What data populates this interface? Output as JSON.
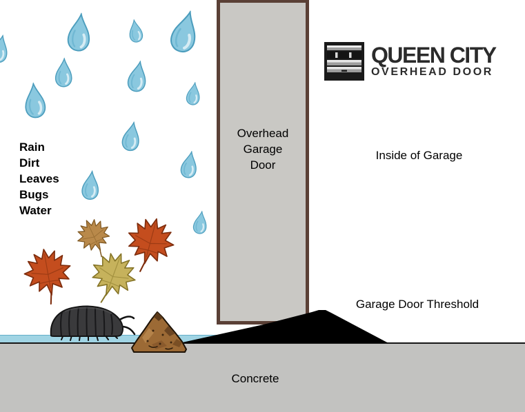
{
  "logo": {
    "name": "QUEEN CITY",
    "tagline": "OVERHEAD DOOR"
  },
  "labels": {
    "debris_list": [
      "Rain",
      "Dirt",
      "Leaves",
      "Bugs",
      "Water"
    ],
    "door_lines": [
      "Overhead",
      "Garage",
      "Door"
    ],
    "inside_garage": "Inside of Garage",
    "threshold": "Garage Door Threshold",
    "concrete": "Concrete"
  },
  "icons": {
    "raindrop": "raindrop-icon",
    "maple_leaf": "maple-leaf-icon",
    "pill_bug": "pill-bug-icon",
    "dirt_pile": "dirt-pile-icon",
    "logo_garage_door": "garage-door-icon"
  },
  "colors": {
    "door_fill": "#c9c8c4",
    "door_border": "#5a4036",
    "concrete": "#c2c2c0",
    "water": "#a0d4e4",
    "threshold": "#000000",
    "raindrop": "#8ac8df",
    "leaf_red": "#c44d1e",
    "leaf_tan": "#b9894a",
    "leaf_yellow": "#c6b25c",
    "dirt_brown": "#9c6a35",
    "logo_text": "#2b2b2b"
  }
}
